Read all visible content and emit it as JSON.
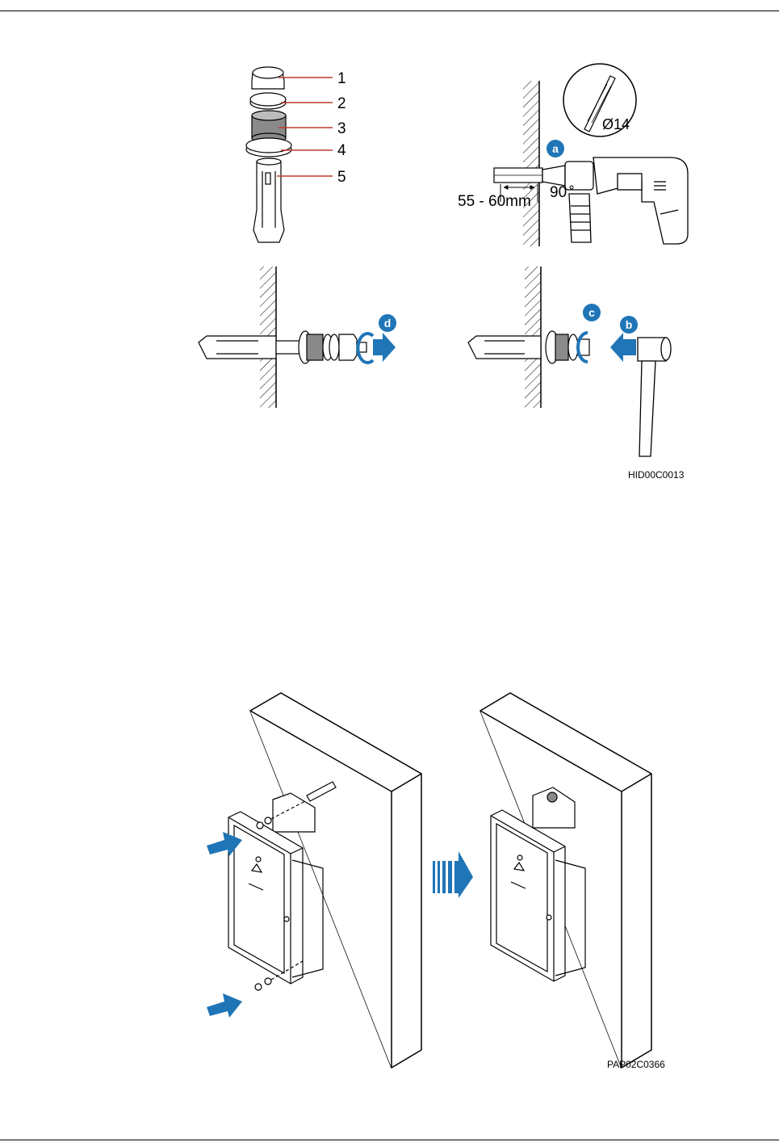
{
  "figure1": {
    "parts": [
      {
        "num": "1"
      },
      {
        "num": "2"
      },
      {
        "num": "3"
      },
      {
        "num": "4"
      },
      {
        "num": "5"
      }
    ],
    "steps": [
      "a",
      "b",
      "c",
      "d"
    ],
    "drill_bit_label": "Ø14",
    "depth_label": "55 - 60mm",
    "angle_label": "90",
    "figure_id": "HID00C0013"
  },
  "figure2": {
    "figure_id": "PAP02C0366"
  },
  "colors": {
    "accent_blue": "#1f75b6",
    "bolt_gray": "#8a8a8a",
    "part_leader_red": "#c0392b"
  }
}
